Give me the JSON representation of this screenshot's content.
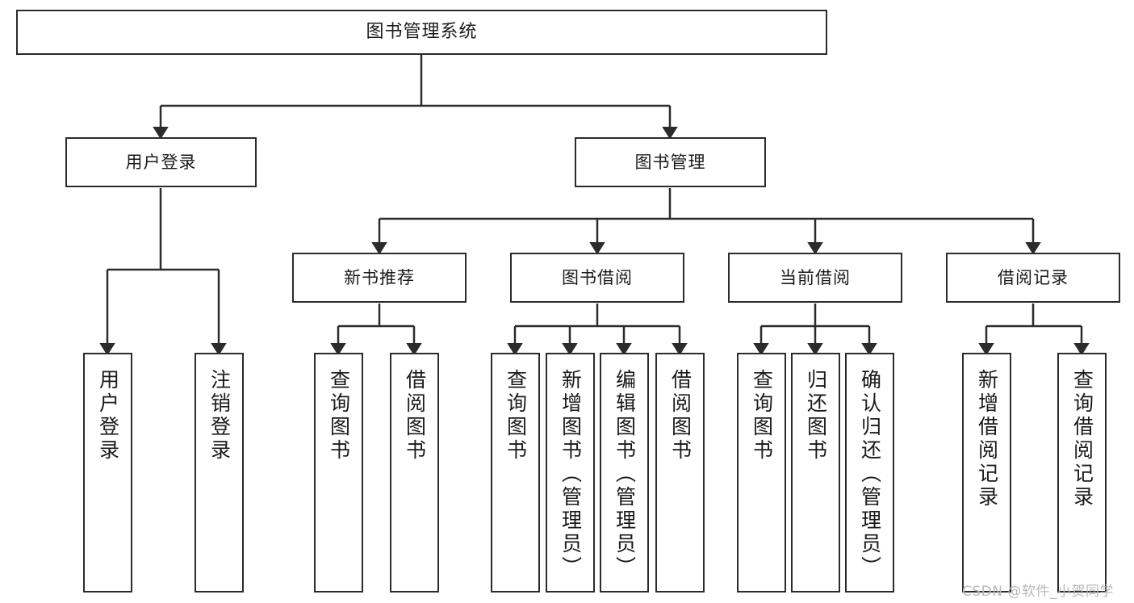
{
  "diagram": {
    "type": "hierarchy-tree",
    "title_node": "图书管理系统",
    "watermark": "CSDN @软件_小贺同学",
    "colors": {
      "box_border": "#2b2b2b",
      "box_fill": "#ffffff",
      "edge": "#2b2b2b",
      "text": "#1a1a1a",
      "watermark": "#b9b9b9"
    },
    "nodes": {
      "root": {
        "label": "图书管理系统"
      },
      "level1": [
        {
          "label": "用户登录"
        },
        {
          "label": "图书管理"
        }
      ],
      "level2": [
        {
          "label": "新书推荐"
        },
        {
          "label": "图书借阅"
        },
        {
          "label": "当前借阅"
        },
        {
          "label": "借阅记录"
        }
      ],
      "leaves": {
        "user_login": [
          {
            "label": "用户登录"
          },
          {
            "label": "注销登录"
          }
        ],
        "new_book_recommend": [
          {
            "label": "查询图书"
          },
          {
            "label": "借阅图书"
          }
        ],
        "book_borrow": [
          {
            "label": "查询图书"
          },
          {
            "label": "新增图书（管理员）"
          },
          {
            "label": "编辑图书（管理员）"
          },
          {
            "label": "借阅图书"
          }
        ],
        "current_borrow": [
          {
            "label": "查询图书"
          },
          {
            "label": "归还图书"
          },
          {
            "label": "确认归还（管理员）"
          }
        ],
        "borrow_record": [
          {
            "label": "新增借阅记录"
          },
          {
            "label": "查询借阅记录"
          }
        ]
      }
    }
  }
}
